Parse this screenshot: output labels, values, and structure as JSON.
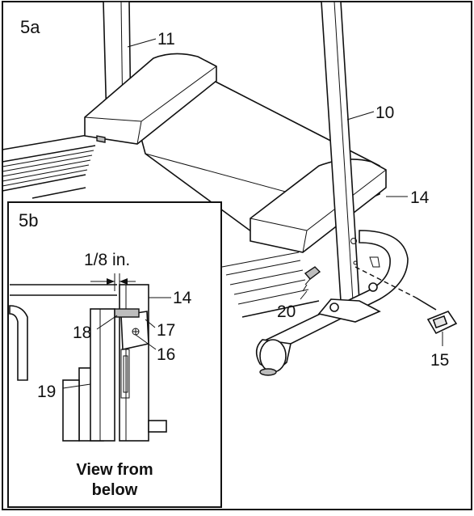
{
  "figure_a": {
    "panel_label": "5a",
    "callouts": {
      "part_11": "11",
      "part_10": "10",
      "part_14": "14",
      "part_20": "20",
      "part_15": "15"
    }
  },
  "figure_b": {
    "panel_label": "5b",
    "dimension_text": "1/8 in.",
    "callouts": {
      "part_14": "14",
      "part_18": "18",
      "part_17": "17",
      "part_16": "16",
      "part_19": "19"
    },
    "caption_line1": "View from",
    "caption_line2": "below"
  }
}
